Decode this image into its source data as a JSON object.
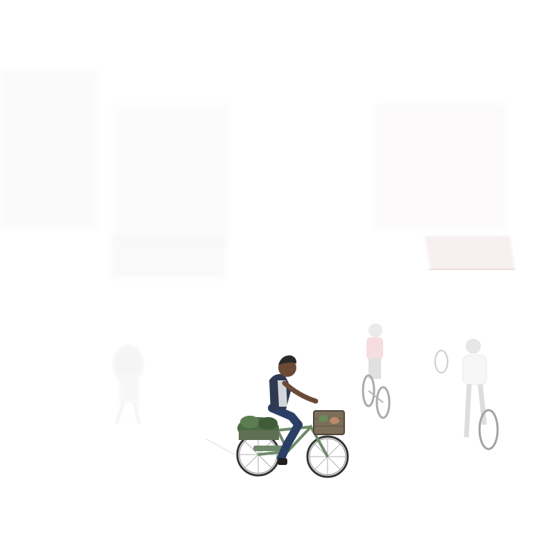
{
  "scene": {
    "background": "#ffffff",
    "subjects": [
      {
        "id": "main-cyclist",
        "shirt": "#2f3a52",
        "pants": "#2b3f66",
        "skin": "#6b4a36",
        "bike": "#6f8a6a"
      },
      {
        "id": "faded-cyclist-pink",
        "shirt": "#f0c4c8",
        "opacity": 0.55
      },
      {
        "id": "faded-cyclist-white",
        "shirt": "#f2f2f2",
        "opacity": 0.6
      }
    ]
  }
}
